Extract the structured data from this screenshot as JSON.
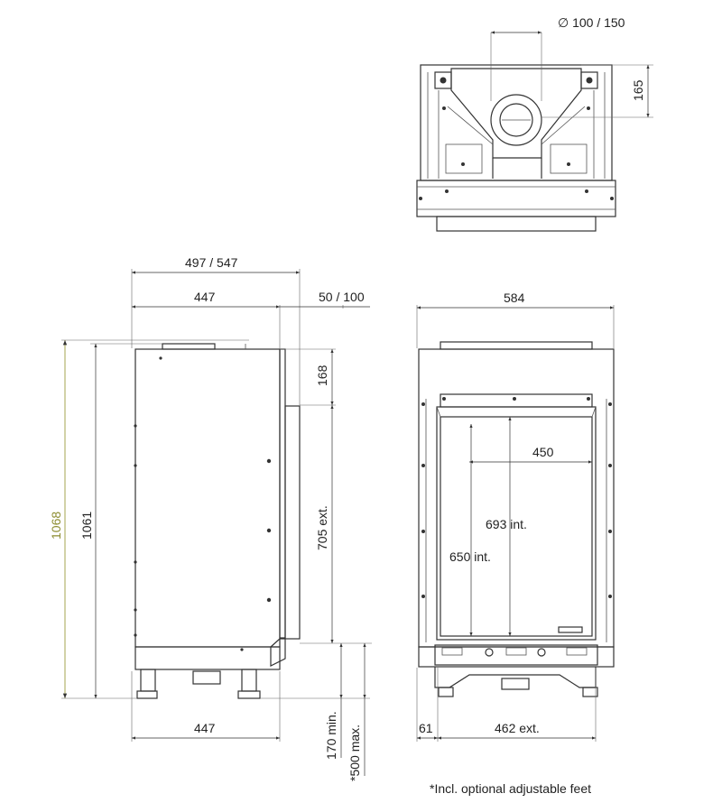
{
  "top_view": {
    "flue_diameter": "∅ 100 / 150",
    "depth_label": "165"
  },
  "side_view": {
    "total_depth": "497 / 547",
    "body_depth_top": "447",
    "frame_depth": "50 / 100",
    "body_depth_bottom": "447",
    "overall_height_olive": "1068",
    "height": "1061",
    "top_offset": "168",
    "glass_ext": "705 ext.",
    "feet_min": "170 min.",
    "feet_max": "*500 max."
  },
  "front_view": {
    "width": "584",
    "glass_width": "450",
    "glass_int_height": "693 int.",
    "glass_int_height_2": "650 int.",
    "side_offset": "61",
    "glass_ext_width": "462 ext."
  },
  "footnote": "*Incl. optional adjustable feet",
  "colors": {
    "line": "#333333",
    "accent_dimension": "#9a9a3c"
  }
}
